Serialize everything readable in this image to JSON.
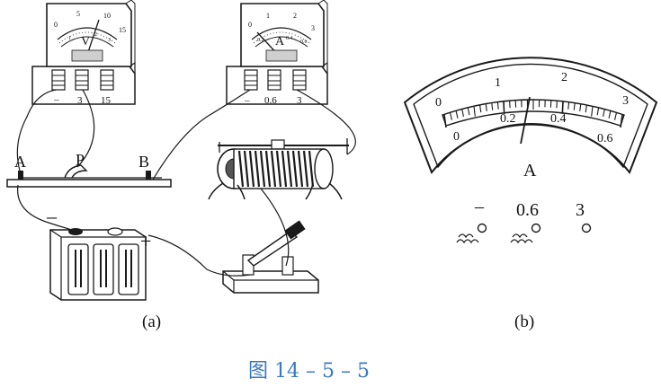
{
  "voltmeter": {
    "symbol": "V",
    "scale_ticks": [
      "0",
      "5",
      "10",
      "15"
    ],
    "inner_ticks": [
      "1",
      "2",
      "3"
    ],
    "terminals": [
      "–",
      "3",
      "15"
    ]
  },
  "ammeter_small": {
    "symbol": "A",
    "scale_ticks": [
      "0",
      "1",
      "2",
      "3"
    ],
    "inner_ticks": [
      "0.2",
      "0.4",
      "0.6"
    ],
    "terminals": [
      "–",
      "0.6",
      "3"
    ]
  },
  "circuit_labels": {
    "point_a": "A",
    "point_p": "P",
    "point_b": "B",
    "minus": "–",
    "plus": "+"
  },
  "ammeter_large": {
    "symbol": "A",
    "outer_ticks": [
      "0",
      "1",
      "2",
      "3"
    ],
    "inner_ticks": [
      "0",
      "0.2",
      "0.4",
      "0.6"
    ],
    "terminals": [
      "–",
      "0.6",
      "3"
    ],
    "needle_reading_fraction": 0.47
  },
  "panel_labels": {
    "a": "(a)",
    "b": "(b)"
  },
  "caption": "图 14 – 5 – 5"
}
